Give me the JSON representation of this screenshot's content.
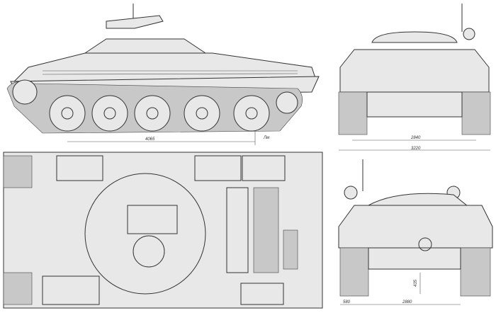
{
  "dimensions": {
    "side_length": "4065",
    "side_marker": "Лм",
    "front_track": "2840",
    "front_width": "3220",
    "rear_track_width": "580",
    "rear_span": "2880",
    "rear_clearance": "435"
  }
}
